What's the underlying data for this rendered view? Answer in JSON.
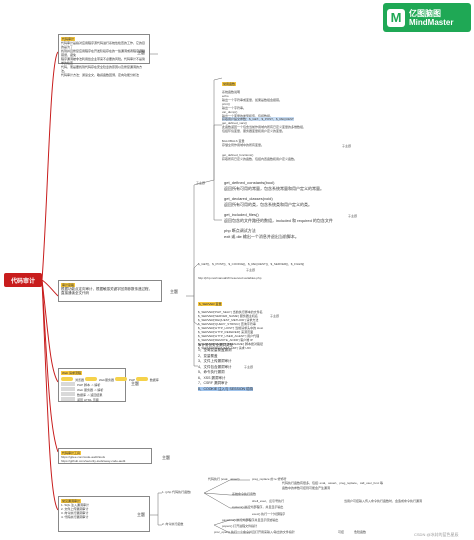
{
  "brand": {
    "logo_char": "M",
    "name_cn": "亿图脑图",
    "name_en": "MindMaster",
    "color": "#1fa855"
  },
  "root": {
    "label": "代码审计",
    "color": "#c81d1d"
  },
  "topic_intro": {
    "header": "代码审计",
    "lines": [
      "代码审计是指对应用程序源代码进行系统性检查的工作，它的目的是为了",
      "找到并且修复应用程序在开发阶段存在的一些漏洞或者程序逻辑错误，避免",
      "程序漏洞被非法利用给企业带来不必要的风险。代码审计不是简单的检查",
      "代码，而是要找到代码存在安全隐患的原因以及修复漏洞的方法。",
      "代码审计方法：通读全文，敏感函数回溯，定向功能分析法"
    ],
    "label": "主题"
  },
  "topic_thinking": {
    "header": "审计思路",
    "lines": [
      "根据功能点定向审计，根据敏感关键字回溯参数传递过程，",
      "直接通读全文代码"
    ],
    "label": "主题"
  },
  "topic_flow": {
    "header": "Web 请求流程",
    "steps": [
      "浏览器",
      "Web服务器",
      "PHP",
      "数据库"
    ],
    "rows": [
      "PHP 脚本 -> 解析",
      "Web 服务器 -> 解析",
      "数据库 -> 返回结果",
      "返回 HTML 页面"
    ],
    "label": "主题"
  },
  "topic_tools": {
    "header": "代码审计工具",
    "lines": [
      "https://gitee.com/code-audit/tools",
      "https://github.com/security-tools/seay-code-audit"
    ],
    "label": "主题"
  },
  "topic_vuln": {
    "header": "常见漏洞审计",
    "lines": [
      "1. SQL 注入漏洞审计",
      "2. 文件上传漏洞审计",
      "3. 命令执行漏洞审计",
      "4. 代码执行漏洞审计"
    ],
    "label": "主题"
  },
  "functions_branch": {
    "label": "子主题",
    "header": "常用函数",
    "items": [
      "系统函数说明",
      "echo",
      "输出一个字符串或变量，如果是数组会报错。",
      "print()",
      "输出一个字符串。",
      "var_dump()",
      "输出一个变量的类型和值，包括数组。"
    ],
    "desc": [
      "获取用户提交参数：$_GET、$_POST、$_REQUEST",
      "get_defined_vars()",
      "此函数返回一个包含当前作用域内所有已定义变量的多维数组，",
      "包括环境变量、服务器变量和用户定义的变量。",
      "$GLOBALS 变量",
      "存储全局作用域中的所有变量。",
      "get_defined_functions()",
      "获取所有已定义的函数，包括内置函数和用户定义函数。"
    ],
    "big": [
      "get_defined_constants(bool)",
      "返回所有可用的常量，包含系统常量和用户定义的常量。",
      "get_declared_classes(void)",
      "返回所有可用的类，包含系统类和用户定义的类。",
      "get_included_files()",
      "返回包含的文件路径的数组，included 和 required 的包含文件"
    ],
    "extra": [
      "php 断点调试方法",
      "exit 或 die 输出一个消息并退出当前脚本。"
    ]
  },
  "list_branch": {
    "label": "子主题",
    "lines": [
      "$_GET[]、$_POST[]、$_COOKIE[]、$_REQUEST[]、$_SERVER[]、$_FILES[]"
    ],
    "link": "http://php.net/manual/zh/reserved.variables.php",
    "header": "$_SERVER 变量",
    "server": [
      "$_SERVER['PHP_SELF'] 当前执行脚本的文件名",
      "$_SERVER['SERVER_NAME'] 服务器主机名",
      "$_SERVER['REQUEST_METHOD'] 请求方法",
      "$_SERVER['QUERY_STRING'] 查询字符串",
      "$_SERVER['HTTP_HOST'] 当前请求头中的 Host",
      "$_SERVER['HTTP_REFERER'] 来源页面",
      "$_SERVER['HTTP_USER_AGENT'] 用户代理",
      "$_SERVER['REMOTE_ADDR'] 客户端 IP",
      "$_SERVER['SCRIPT_FILENAME'] 脚本绝对路径",
      "$_SERVER['REQUEST_URI'] 请求 URI"
    ]
  },
  "vuln_list": {
    "label": "子主题",
    "title": "审计常见安全漏洞类型",
    "items": [
      "1、全局变量覆盖漏洞",
      "2、变量覆盖",
      "3、文件上传漏洞审计",
      "4、文件包含漏洞审计",
      "5、命令执行漏洞",
      "6、XSS 漏洞审计",
      "7、CSRF 漏洞审计"
    ],
    "highlight": "8、COOKIE 注入与 SESSION 劫持"
  },
  "bottom_branch": {
    "n1": "1. (php 代码执行函数)",
    "n2": "2. 命令执行函数",
    "r1": "代码执行 (eval、assert)",
    "r1b": "preg_replace 的 /e 修饰符",
    "r2": "系统命令执行函数",
    "r2b": "shell_exec、反引号执行",
    "r3": "system() 执行外部程序，并且显示输出",
    "r3b": "exec() 执行一个外部程序",
    "r4": "passthru() 执行外部程序并且显示原始输出",
    "r5": "popen() 打开进程文件指针",
    "r6": "proc_open() 执行一个命令并且打开用来输入/输出的文件指针",
    "r6b": "可控",
    "right1": "代码执行函数有很多，包括: eval、assert、preg_replace、call_user_func 等",
    "right2": "函数中的参数可控则可能会产生漏洞",
    "right3": "当用户可控输入传入命令执行函数时，会造成命令执行漏洞",
    "right4": "危险函数",
    "watermark": "CSDN @冰封的蓝色星辰"
  }
}
